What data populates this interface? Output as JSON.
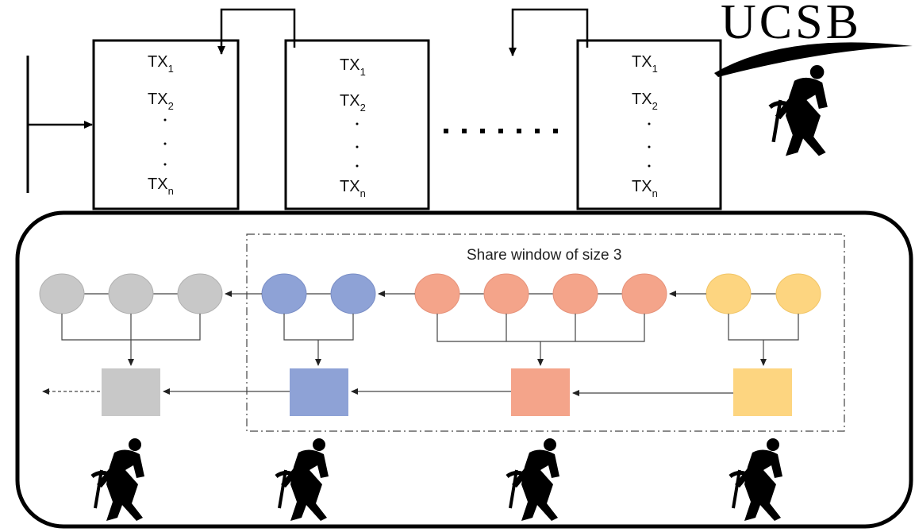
{
  "logo": {
    "text": "UCSB"
  },
  "blocks": [
    {
      "tx_first": "TX",
      "tx_first_sub": "1",
      "tx_second": "TX",
      "tx_second_sub": "2",
      "tx_last": "TX",
      "tx_last_sub": "n"
    },
    {
      "tx_first": "TX",
      "tx_first_sub": "1",
      "tx_second": "TX",
      "tx_second_sub": "2",
      "tx_last": "TX",
      "tx_last_sub": "n"
    },
    {
      "tx_first": "TX",
      "tx_first_sub": "1",
      "tx_second": "TX",
      "tx_second_sub": "2",
      "tx_last": "TX",
      "tx_last_sub": "n"
    }
  ],
  "share_window": {
    "label": "Share window of size 3"
  },
  "colors": {
    "gray": "#c8c8c8",
    "blue": "#8ea2d6",
    "orange": "#f4a48a",
    "yellow": "#fdd580",
    "outline": "#000000"
  },
  "groups": [
    {
      "name": "gray",
      "shares": 3
    },
    {
      "name": "blue",
      "shares": 2
    },
    {
      "name": "orange",
      "shares": 4
    },
    {
      "name": "yellow",
      "shares": 2
    }
  ],
  "icons": {
    "miner": "miner-icon",
    "logo_miner": "ucsb-miner-logo-icon"
  }
}
